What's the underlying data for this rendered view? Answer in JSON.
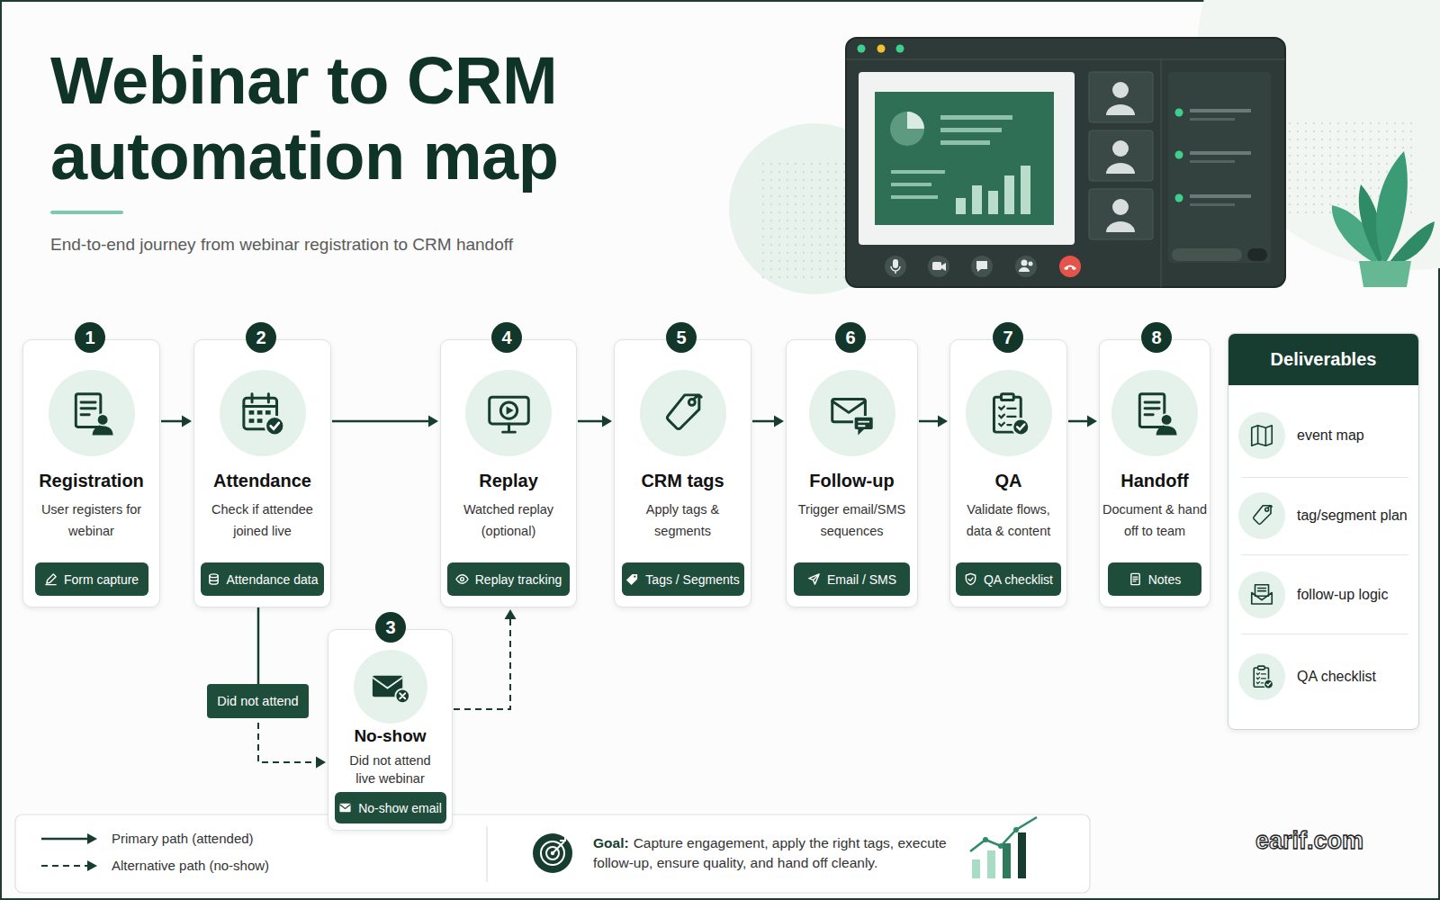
{
  "diagram": {
    "title": "Webinar to CRM automation map",
    "nodes": [
      {
        "text": [
          "Registration",
          "User registers for webinar"
        ]
      },
      {
        "text": [
          "Form capture"
        ],
        "in": 0
      },
      {
        "text": [
          "Attendance",
          "Check if attendee joined live"
        ]
      },
      {
        "text": [
          "Attendance data"
        ],
        "in": 2
      },
      {
        "text": [
          "No-show",
          "Did not attend live webinar"
        ]
      },
      {
        "text": [
          "No-show email"
        ],
        "in": 4
      },
      {
        "text": [
          "Replay",
          "Watched replay (optional)"
        ]
      },
      {
        "text": [
          "Replay tracking"
        ],
        "in": 6
      },
      {
        "text": [
          "CRM tags",
          "Apply tags & segments"
        ]
      },
      {
        "text": [
          "Tags / Segments"
        ],
        "in": 8
      },
      {
        "text": [
          "Follow-up",
          "Trigger email/SMS sequences"
        ]
      },
      {
        "text": [
          "Email / SMS"
        ],
        "in": 10
      },
      {
        "text": [
          "QA",
          "Validate flows, data & content"
        ]
      },
      {
        "text": [
          "QA checklist"
        ],
        "in": 12
      },
      {
        "text": [
          "Handoff",
          "Document & hand off to team"
        ]
      },
      {
        "text": [
          "Notes"
        ],
        "in": 14
      },
      {
        "text": [
          "Deliverables",
          "event map",
          "tag/segment plan",
          "follow-up logic",
          "QA checklist"
        ]
      }
    ],
    "edges": [
      {
        "from": 0,
        "to": 2,
        "arrow": "to"
      },
      {
        "from": 2,
        "to": 6,
        "arrow": "to"
      },
      {
        "from": 2,
        "to": 4,
        "label": "Did not attend",
        "arrow": "to"
      },
      {
        "from": 4,
        "to": 6,
        "arrow": "to"
      },
      {
        "from": 6,
        "to": 8,
        "arrow": "to"
      },
      {
        "from": 8,
        "to": 10,
        "arrow": "to"
      },
      {
        "from": 10,
        "to": 12,
        "arrow": "to"
      },
      {
        "from": 12,
        "to": 14,
        "arrow": "to"
      }
    ],
    "labels": [
      "End-to-end journey from webinar registration to CRM handoff",
      "1",
      "2",
      "3",
      "4",
      "5",
      "6",
      "7",
      "8",
      "Goal:",
      "Capture engagement, apply the right tags, execute follow-up, ensure quality, and hand off cleanly.",
      "earif.com"
    ],
    "legend": [
      {
        "text": "Primary path (attended)"
      },
      {
        "text": "Alternative path (no-show)"
      }
    ]
  }
}
